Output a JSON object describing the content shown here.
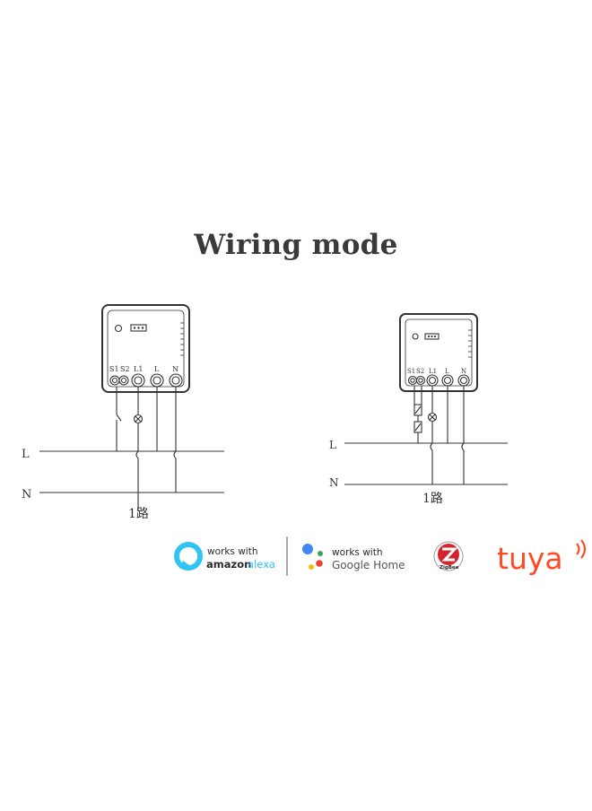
{
  "title": "Wiring mode",
  "left_diagram": {
    "terminals": [
      "S1",
      "S2",
      "L1",
      "L",
      "N"
    ],
    "line_L": "L",
    "line_N": "N",
    "caption": "1路"
  },
  "right_diagram": {
    "terminals": [
      "S1",
      "S2",
      "L1",
      "L",
      "N"
    ],
    "line_L": "L",
    "line_N": "N",
    "caption": "1路"
  },
  "logos": {
    "alexa": {
      "line1": "works with",
      "line2a": "amazon",
      "line2b": "alexa"
    },
    "google": {
      "line1": "works with",
      "line2": "Google Home"
    },
    "zigbee": {
      "label": "ZigBee"
    },
    "tuya": {
      "label": "tuya"
    }
  },
  "colors": {
    "alexa_blue": "#31c4f3",
    "tuya_orange": "#ff4a24",
    "google_blue": "#4285f4",
    "google_red": "#ea4335",
    "google_yellow": "#fbbc05",
    "google_green": "#34a853",
    "zigbee_red": "#d3242f"
  }
}
